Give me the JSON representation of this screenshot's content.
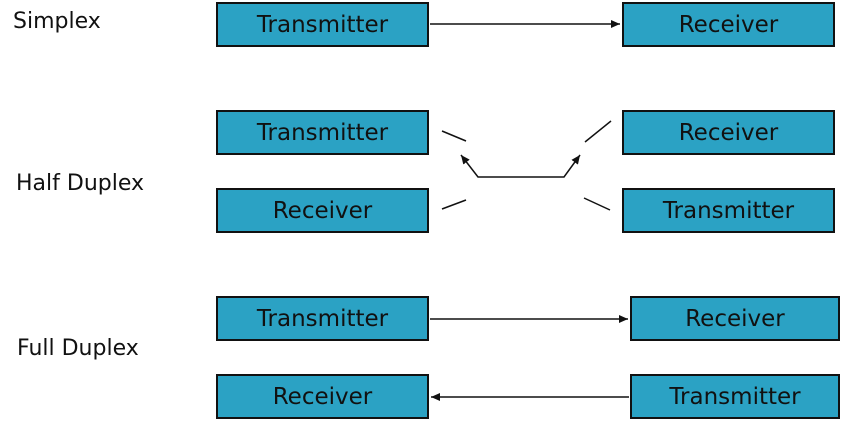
{
  "colors": {
    "box_fill": "#2ba2c4",
    "outline": "#111111",
    "background": "#ffffff"
  },
  "simplex": {
    "label": "Simplex",
    "left": "Transmitter",
    "right": "Receiver"
  },
  "half_duplex": {
    "label": "Half Duplex",
    "top_left": "Transmitter",
    "top_right": "Receiver",
    "bottom_left": "Receiver",
    "bottom_right": "Transmitter"
  },
  "full_duplex": {
    "label": "Full Duplex",
    "top_left": "Transmitter",
    "top_right": "Receiver",
    "bottom_left": "Receiver",
    "bottom_right": "Transmitter"
  }
}
